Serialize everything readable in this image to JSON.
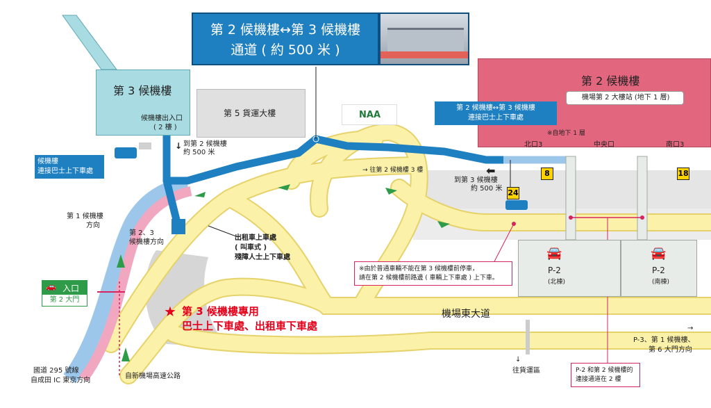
{
  "header": {
    "line1": "第 2 候機樓↔第 3 候機樓",
    "line2": "通道 ( 約 500 米 )"
  },
  "terminal3": {
    "name": "第 3 候機樓",
    "exit_label": "候機樓出入口",
    "exit_floor": "( 2 樓 )",
    "bus_stop": "候機樓\n連接巴士上下車處"
  },
  "cargo": {
    "name": "第 5 貨運大樓"
  },
  "naa_logo": "NAA",
  "terminal2": {
    "name": "第 2 候機樓",
    "station": "機場第 2 大樓站 (地下 1 層)",
    "bus_box": "第 2 候機樓↔第 3 候機樓\n連接巴士上下車處",
    "b1_note": "※自地下 1 層",
    "north_exit": "北口3",
    "center_exit": "中央口",
    "south_exit": "南口3"
  },
  "stops": {
    "stop8": "8",
    "stop18": "18",
    "stop24": "24"
  },
  "labels": {
    "to_t2": "到第 2 候機樓",
    "to_t2_dist": "約 500 米",
    "to_t3_arrow": "→ 往第 2 候機樓 3 樓",
    "to_t3_walk": "到第 3 候機樓",
    "to_t3_dist": "約 500 米",
    "t1_dir_1": "第 1 候機樓",
    "t1_dir_2": "方向",
    "t23_dir_1": "第 2、3",
    "t23_dir_2": "候機樓方向",
    "taxi_1": "出租車上車處",
    "taxi_2": "( 叫車式 )",
    "taxi_3": "殘障人士上下車處",
    "note_1": "※由於普通車輛不能在第 3 候機樓前停車，",
    "note_2": "請在第 2 候機樓前路邊 ( 車輛上下車處 ) 上下車。",
    "t3_exclusive_1": "第 3 候機樓專用",
    "t3_exclusive_2": "巴士上下車處、出租車下車處",
    "entry": "入口",
    "gate2": "第 2 大門",
    "airport_east": "機場東大道",
    "route295_1": "國道 295 號線",
    "route295_2": "自成田 IC 東京方向",
    "shin_kuko": "自新機場高速公路",
    "cargo_area_1": "↓",
    "cargo_area_2": "往貨運區",
    "p3_1": "→",
    "p3_2": "P-3、第 1 候機樓、",
    "p3_3": "第 6 大門方向",
    "p2_conn_1": "P-2 和第 2 候機樓的",
    "p2_conn_2": "連接通道在 2 樓",
    "p2_north": "P-2",
    "p2_north_sub": "(北棟)",
    "p2_south": "P-2",
    "p2_south_sub": "(南棟)"
  },
  "colors": {
    "walkway": "#1e7fc1",
    "road": "#fbf1a8",
    "road_edge": "#e6d26a",
    "t3": "#a8dbe2",
    "t2": "#e3667f",
    "arrow_green": "#2e9b48",
    "highlight_red": "#e3001b",
    "note_pink": "#d6245e"
  }
}
